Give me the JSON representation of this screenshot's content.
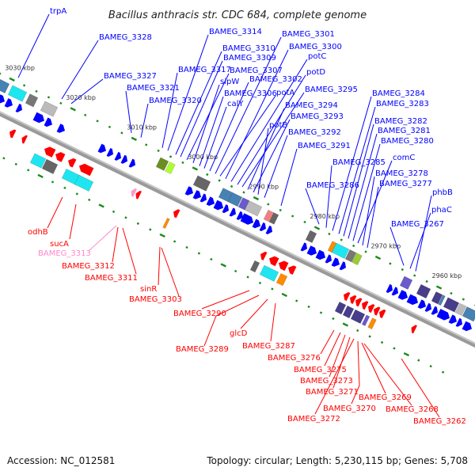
{
  "title": "Bacillus anthracis str. CDC 684, complete genome",
  "footer": {
    "accession": "Accession: NC_012581",
    "summary": "Topology: circular; Length: 5,230,115 bp; Genes: 5,708"
  },
  "colors": {
    "forward_label": "#0000ff",
    "reverse_label": "#ff0000",
    "highlight_label": "#ff88cc",
    "backbone": "#7a7a7a",
    "tick": "#1a8a1a",
    "forward_gene": "#0000ff",
    "reverse_gene": "#ff0000"
  },
  "kbp_labels": [
    "3030 kbp",
    "3020 kbp",
    "3010 kbp",
    "3000 kbp",
    "2990 kbp",
    "2980 kbp",
    "2970 kbp",
    "2960 kbp"
  ],
  "forward_labels": [
    "trpA",
    "BAMEG_3328",
    "BAMEG_3327",
    "BAMEG_3321",
    "BAMEG_3320",
    "BAMEG_3317",
    "BAMEG_3314",
    "BAMEG_3310",
    "BAMEG_3309",
    "BAMEG_3307",
    "sipW",
    "BAMEG_3306",
    "calY",
    "BAMEG_3302",
    "BAMEG_3301",
    "potA",
    "BAMEG_3300",
    "potC",
    "potD",
    "BAMEG_3295",
    "BAMEG_3294",
    "BAMEG_3293",
    "potB",
    "BAMEG_3292",
    "BAMEG_3291",
    "BAMEG_3286",
    "BAMEG_3285",
    "BAMEG_3284",
    "BAMEG_3283",
    "BAMEG_3282",
    "BAMEG_3281",
    "BAMEG_3280",
    "comC",
    "BAMEG_3278",
    "BAMEG_3277",
    "BAMEG_3267",
    "phaC",
    "phbB"
  ],
  "reverse_labels": [
    {
      "text": "odhB"
    },
    {
      "text": "sucA"
    },
    {
      "text": "BAMEG_3313",
      "highlight": true
    },
    {
      "text": "BAMEG_3312"
    },
    {
      "text": "BAMEG_3311"
    },
    {
      "text": "sinR"
    },
    {
      "text": "BAMEG_3303"
    },
    {
      "text": "BAMEG_3290"
    },
    {
      "text": "BAMEG_3289"
    },
    {
      "text": "glcD"
    },
    {
      "text": "BAMEG_3287"
    },
    {
      "text": "BAMEG_3276"
    },
    {
      "text": "BAMEG_3275"
    },
    {
      "text": "BAMEG_3273"
    },
    {
      "text": "BAMEG_3271"
    },
    {
      "text": "BAMEG_3272"
    },
    {
      "text": "BAMEG_3270"
    },
    {
      "text": "BAMEG_3269"
    },
    {
      "text": "BAMEG_3268"
    },
    {
      "text": "BAMEG_3262"
    }
  ]
}
